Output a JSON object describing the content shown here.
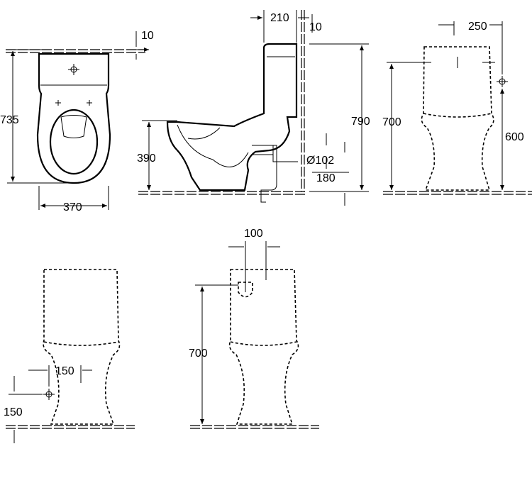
{
  "title": "Toilet technical drawing with dimensions (mm)",
  "views": {
    "top_view": {
      "wall_offset": "10",
      "depth": "735",
      "width": "370"
    },
    "side_view": {
      "tank_depth": "210",
      "wall_gap": "10",
      "total_height": "790",
      "seat_height": "390",
      "outlet_diameter": "Ø102",
      "outlet_height": "180"
    },
    "front_view": {
      "inlet_spacing": "250",
      "inlet_height": "700",
      "side_inlet_height": "600"
    },
    "rear_view_left": {
      "horizontal_offset": "150",
      "vertical_height": "150"
    },
    "rear_view_middle": {
      "inlet_offset": "100",
      "inlet_height": "700"
    }
  }
}
